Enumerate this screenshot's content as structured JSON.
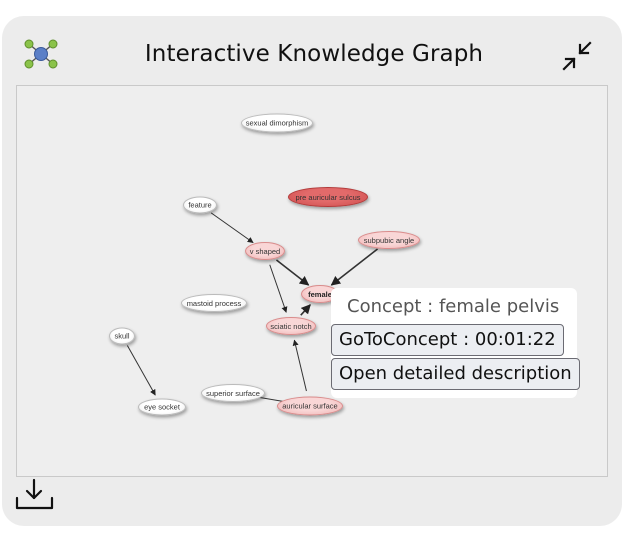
{
  "header": {
    "title": "Interactive Knowledge Graph",
    "logo_icon": "network-graph-icon",
    "collapse_icon": "collapse-arrows-icon"
  },
  "graph": {
    "nodes": [
      {
        "id": "sexual_dimorphism",
        "label": "sexual dimorphism",
        "style": "white"
      },
      {
        "id": "pre_auricular_sulcus",
        "label": "pre auricular sulcus",
        "style": "red"
      },
      {
        "id": "feature",
        "label": "feature",
        "style": "white"
      },
      {
        "id": "v_shaped",
        "label": "v shaped",
        "style": "pink"
      },
      {
        "id": "subpubic_angle",
        "label": "subpubic angle",
        "style": "pink"
      },
      {
        "id": "female_pelvis",
        "label": "female",
        "style": "pink"
      },
      {
        "id": "mastoid_process",
        "label": "mastoid process",
        "style": "white"
      },
      {
        "id": "sciatic_notch",
        "label": "sciatic notch",
        "style": "pink"
      },
      {
        "id": "skull",
        "label": "skull",
        "style": "white"
      },
      {
        "id": "superior_surface",
        "label": "superior surface",
        "style": "white"
      },
      {
        "id": "eye_socket",
        "label": "eye socket",
        "style": "white"
      },
      {
        "id": "auricular_surface",
        "label": "auricular surface",
        "style": "pink"
      }
    ],
    "edges": [
      {
        "from": "feature",
        "to": "v_shaped"
      },
      {
        "from": "v_shaped",
        "to": "female_pelvis"
      },
      {
        "from": "subpubic_angle",
        "to": "female_pelvis"
      },
      {
        "from": "v_shaped",
        "to": "sciatic_notch"
      },
      {
        "from": "sciatic_notch",
        "to": "female_pelvis"
      },
      {
        "from": "auricular_surface",
        "to": "sciatic_notch"
      },
      {
        "from": "auricular_surface",
        "to": "superior_surface"
      },
      {
        "from": "skull",
        "to": "eye_socket"
      }
    ]
  },
  "tooltip": {
    "title": "Concept : female pelvis",
    "goto_label": "GoToConcept : 00:01:22",
    "description_label": "Open detailed description"
  },
  "footer": {
    "download_icon": "download-icon"
  },
  "colors": {
    "card_background": "#ececec",
    "node_red": "#d95c5c",
    "node_pink": "#f4c4c4",
    "logo_green": "#8bc34a",
    "logo_blue": "#5b7fc7"
  }
}
